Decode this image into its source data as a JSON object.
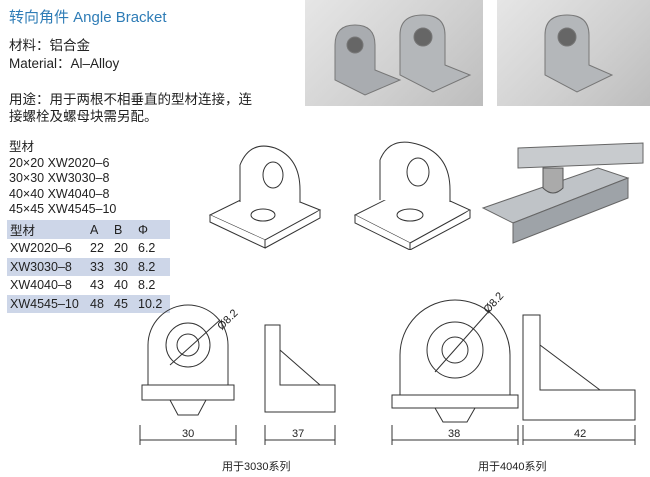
{
  "title": "转向角件  Angle Bracket",
  "material_cn": "材料：铝合金",
  "material_en": "Material：Al–Alloy",
  "usage_line1": "用途：用于两根不相垂直的型材连接，连",
  "usage_line2": "接螺栓及螺母块需另配。",
  "profiles": {
    "heading": "型材",
    "items": [
      "20×20  XW2020–6",
      "30×30  XW3030–8",
      "40×40  XW4040–8",
      "45×45  XW4545–10"
    ]
  },
  "table": {
    "headers": [
      "型材",
      "A",
      "B",
      "Φ"
    ],
    "rows": [
      [
        "XW2020–6",
        "22",
        "20",
        "6.2"
      ],
      [
        "XW3030–8",
        "33",
        "30",
        "8.2"
      ],
      [
        "XW4040–8",
        "43",
        "40",
        "8.2"
      ],
      [
        "XW4545–10",
        "48",
        "45",
        "10.2"
      ]
    ]
  },
  "drawings": {
    "left": {
      "diameter": "Ø8.2",
      "width": "30",
      "depth": "37",
      "caption": "用于3030系列"
    },
    "right": {
      "diameter": "Ø8.2",
      "width": "38",
      "depth": "42",
      "caption": "用于4040系列"
    }
  }
}
